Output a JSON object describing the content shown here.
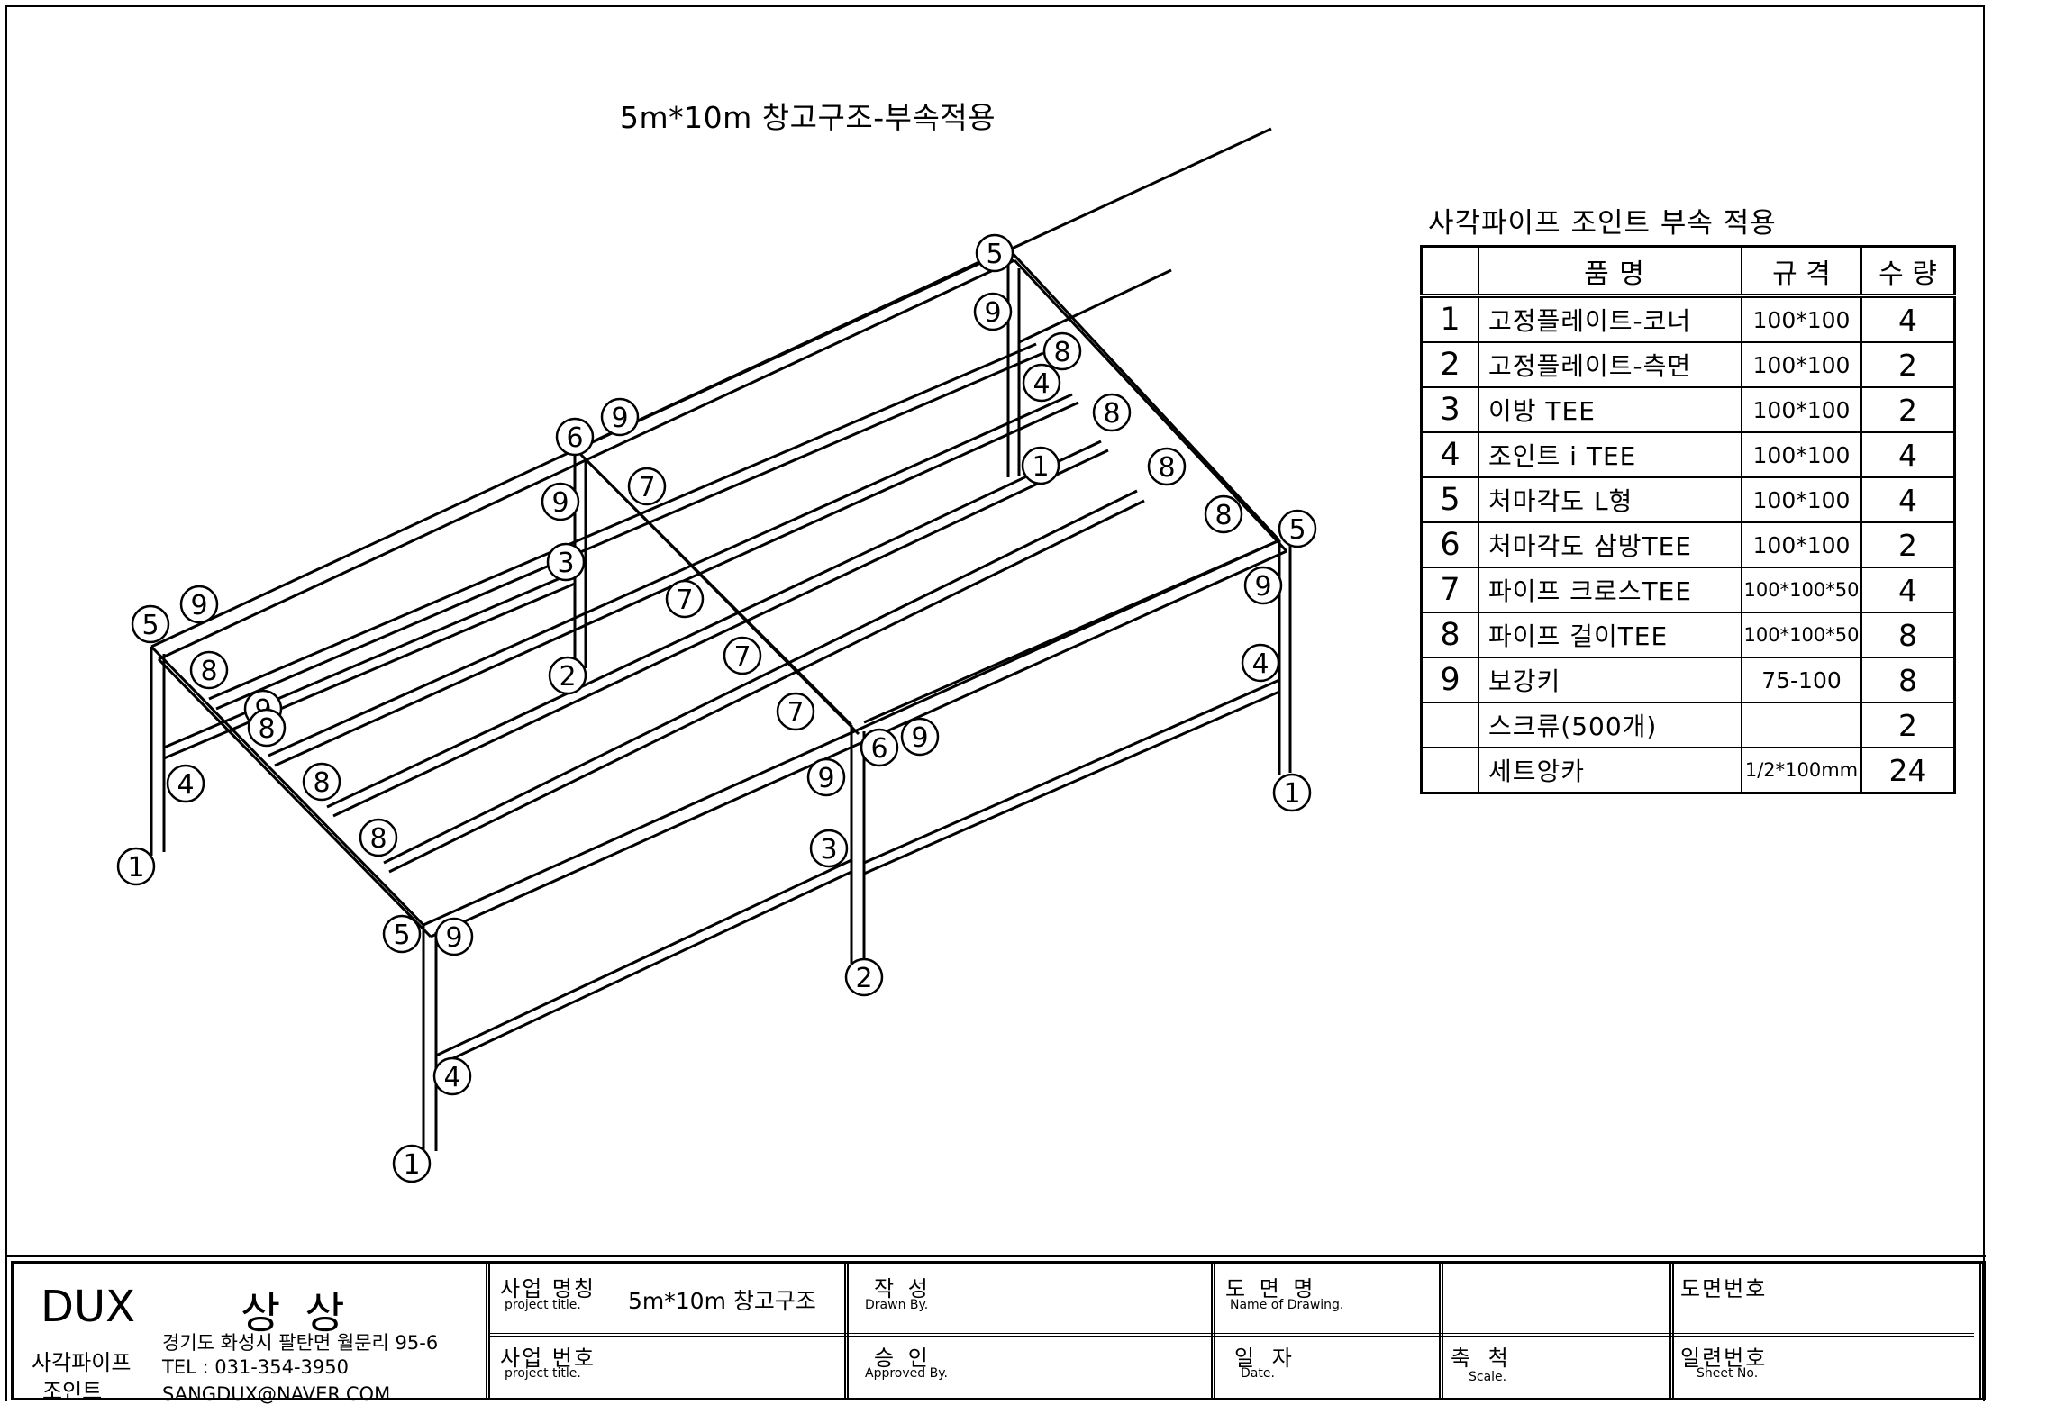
{
  "title": "5m*10m 창고구조-부속적용",
  "callouts": [
    "1",
    "2",
    "3",
    "4",
    "5",
    "6",
    "7",
    "8",
    "9"
  ],
  "parts_table": {
    "caption": "사각파이프 조인트 부속 적용",
    "headers": {
      "name": "품  명",
      "spec": "규 격",
      "qty": "수 량"
    },
    "rows": [
      {
        "no": "1",
        "name": "고정플레이트-코너",
        "spec": "100*100",
        "qty": "4"
      },
      {
        "no": "2",
        "name": "고정플레이트-측면",
        "spec": "100*100",
        "qty": "2"
      },
      {
        "no": "3",
        "name": "이방 TEE",
        "spec": "100*100",
        "qty": "2"
      },
      {
        "no": "4",
        "name": "조인트 i TEE",
        "spec": "100*100",
        "qty": "4"
      },
      {
        "no": "5",
        "name": "처마각도 L형",
        "spec": "100*100",
        "qty": "4"
      },
      {
        "no": "6",
        "name": "처마각도 삼방TEE",
        "spec": "100*100",
        "qty": "2"
      },
      {
        "no": "7",
        "name": "파이프 크로스TEE",
        "spec": "100*100*50",
        "qty": "4"
      },
      {
        "no": "8",
        "name": "파이프 걸이TEE",
        "spec": "100*100*50",
        "qty": "8"
      },
      {
        "no": "9",
        "name": "보강키",
        "spec": "75-100",
        "qty": "8"
      },
      {
        "no": "",
        "name": "스크류(500개)",
        "spec": "",
        "qty": "2"
      },
      {
        "no": "",
        "name": "세트앙카",
        "spec": "1/2*100mm",
        "qty": "24"
      }
    ]
  },
  "title_block": {
    "company": "DUX",
    "company_korean": "상 상",
    "product_line": "사각파이프",
    "product_line2": "조인트",
    "address": "경기도 화성시 팔탄면 월문리 95-6",
    "tel": "TEL : 031-354-3950",
    "email": "SANGDUX@NAVER.COM",
    "project_name_label": "사업 명칭",
    "project_name_label_en": "project title.",
    "project_name_value": "5m*10m 창고구조",
    "project_no_label": "사업 번호",
    "project_no_label_en": "project title.",
    "drawn_label": "작  성",
    "drawn_label_en": "Drawn By.",
    "approved_label": "승  인",
    "approved_label_en": "Approved By.",
    "drawing_name_label": "도 면 명",
    "drawing_name_label_en": "Name of Drawing.",
    "date_label": "일 자",
    "date_label_en": "Date.",
    "scale_label": "축 척",
    "scale_label_en": "Scale.",
    "drawing_no_label": "도면번호",
    "sheet_no_label": "일련번호",
    "sheet_no_label_en": "Sheet No."
  }
}
